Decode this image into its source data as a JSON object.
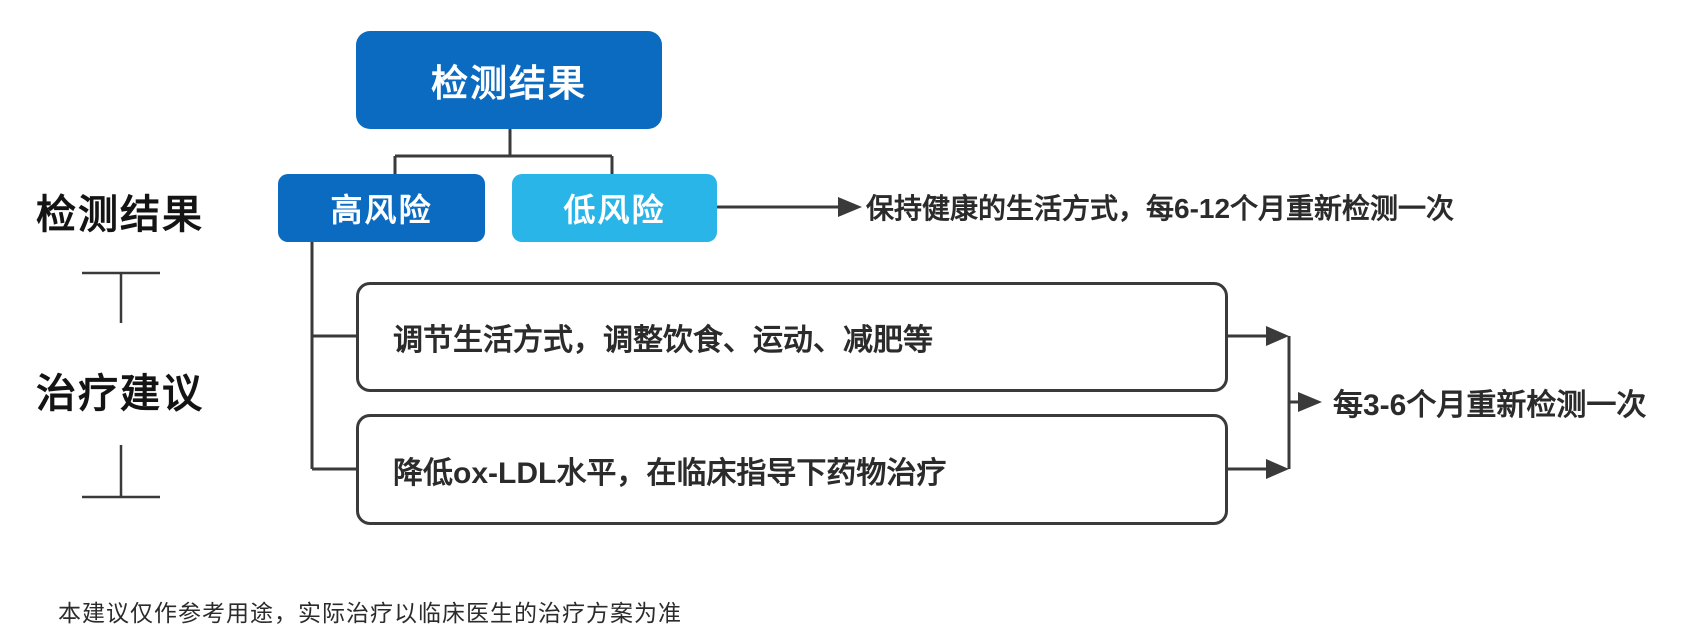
{
  "colors": {
    "primary_blue": "#0b6bc1",
    "light_blue": "#29b5e8",
    "line": "#3a3a3a",
    "text": "#2b2b2b",
    "label": "#141414"
  },
  "flowchart": {
    "root": {
      "label": "检测结果"
    },
    "high_risk": {
      "label": "高风险"
    },
    "low_risk": {
      "label": "低风险"
    },
    "low_risk_advice": "保持健康的生活方式，每6-12个月重新检测一次",
    "treatments": [
      {
        "label": "调节生活方式，调整饮食、运动、减肥等"
      },
      {
        "label": "降低ox-LDL水平，在临床指导下药物治疗"
      }
    ],
    "high_risk_advice": "每3-6个月重新检测一次"
  },
  "side_labels": {
    "results": "检测结果",
    "treatment": "治疗建议"
  },
  "disclaimer": "本建议仅作参考用途，实际治疗以临床医生的治疗方案为准"
}
